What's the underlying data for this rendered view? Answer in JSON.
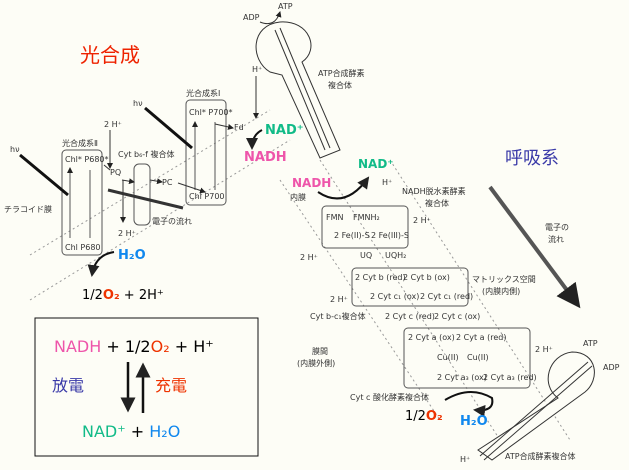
{
  "colors": {
    "photo_title": "#ee2200",
    "resp_title": "#3a3aa8",
    "nad": "#11bb88",
    "nadh": "#ee55aa",
    "h2o": "#1188ee",
    "o2": "#ee3300",
    "discharge": "#3a3aa8",
    "charge": "#ee3300"
  },
  "photosynthesis": {
    "title": "光合成",
    "atp": "ATP",
    "adp": "ADP",
    "atp_synthase": [
      "ATP合成酵素",
      "複合体"
    ],
    "hplus_top": "H⁺",
    "ps1": {
      "label": "光合成系Ⅰ",
      "top": "Chl* P700*",
      "bottom": "Chl P700"
    },
    "ps2": {
      "label": "光合成系Ⅱ",
      "top": "Chl* P680*",
      "bottom": "Chl P680"
    },
    "fd": "Fd",
    "pq": "PQ",
    "pc": "PC",
    "cyt_b6f": "Cyt b₆-f 複合体",
    "two_h_top": "2 H⁺",
    "two_h_bottom": "2 H⁺",
    "electron_flow": "電子の流れ",
    "thylakoid": "チラコイド膜",
    "hv": "hν",
    "nad": "NAD⁺",
    "nadh": "NADH",
    "h2o": "H₂O",
    "products": {
      "half": "1/2",
      "o2": "O₂",
      "rest": " + 2H⁺"
    }
  },
  "equation_box": {
    "nadh": "NADH",
    "plus1": " + 1/2",
    "o2": "O₂",
    "plus_h": " + H⁺",
    "discharge": "放電",
    "charge": "充電",
    "nad": "NAD⁺",
    "plus2": " + ",
    "h2o": "H₂O"
  },
  "respiration": {
    "title": "呼吸系",
    "nadh": "NADH",
    "inner_membrane": "内膜",
    "nad": "NAD⁺",
    "hplus": "H⁺",
    "nadh_dh": [
      "NADH脱水素酵素",
      "複合体"
    ],
    "fmn": "FMN",
    "fmnh2": "FMNH₂",
    "fe2": "2 Fe(II)-S",
    "fe3": "2 Fe(III)-S",
    "two_h": "2 H⁺",
    "uq": "UQ",
    "uqh2": "UQH₂",
    "cyt_b_red": "2 Cyt b (red)",
    "cyt_b_ox": "2 Cyt b (ox)",
    "cyt_c1_ox": "2 Cyt c₁ (ox)",
    "cyt_c1_red": "2 Cyt c₁ (red)",
    "bc1": "Cyt b-c₁複合体",
    "cyt_c_red": "2 Cyt c (red)",
    "cyt_c_ox": "2 Cyt c (ox)",
    "matrix": [
      "マトリックス空間",
      "(内膜内側)"
    ],
    "electron_flow": [
      "電子の",
      "流れ"
    ],
    "cyt_a_ox": "2 Cyt a (ox)",
    "cyt_a_red": "2 Cyt a (red)",
    "cu1": "Cu(II)",
    "cu2": "Cu(II)",
    "cyt_a3_ox": "2 Cyt a₃ (ox)",
    "cyt_a3_red": "2 Cyt a₃ (red)",
    "intermembrane": [
      "膜間",
      "(内膜外側)"
    ],
    "oxidase": "Cyt c 酸化酵素複合体",
    "half": "1/2",
    "o2": "O₂",
    "h2o": "H₂O",
    "atp": "ATP",
    "adp": "ADP",
    "atp_synthase": "ATP合成酵素複合体"
  }
}
